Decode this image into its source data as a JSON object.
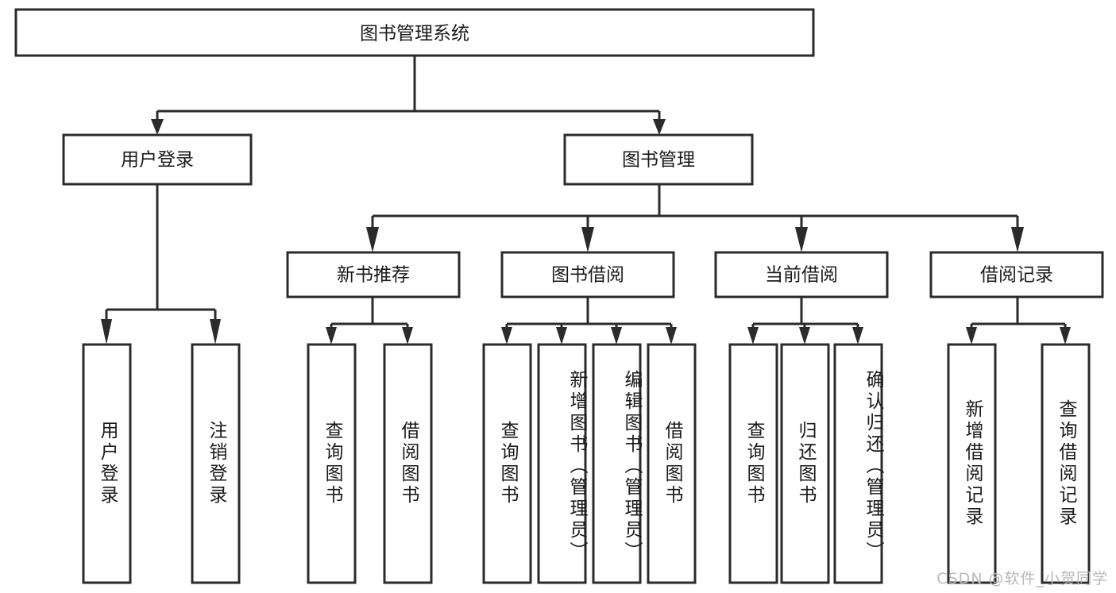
{
  "diagram": {
    "title": "图书管理系统",
    "type": "tree-hierarchy-chart",
    "root": {
      "id": "root",
      "label": "图书管理系统"
    },
    "level2": [
      {
        "id": "user-login",
        "label": "用户登录"
      },
      {
        "id": "book-manage",
        "label": "图书管理"
      }
    ],
    "level3": [
      {
        "id": "new-book-rec",
        "label": "新书推荐",
        "parent": "book-manage"
      },
      {
        "id": "book-borrow",
        "label": "图书借阅",
        "parent": "book-manage"
      },
      {
        "id": "current-borrow",
        "label": "当前借阅",
        "parent": "book-manage"
      },
      {
        "id": "borrow-record",
        "label": "借阅记录",
        "parent": "book-manage"
      }
    ],
    "leaves": [
      {
        "id": "leaf-user-login",
        "label": "用户登录",
        "parent": "user-login"
      },
      {
        "id": "leaf-user-logout",
        "label": "注销登录",
        "parent": "user-login"
      },
      {
        "id": "leaf-query-book-1",
        "label": "查询图书",
        "parent": "new-book-rec"
      },
      {
        "id": "leaf-borrow-book-1",
        "label": "借阅图书",
        "parent": "new-book-rec"
      },
      {
        "id": "leaf-query-book-2",
        "label": "查询图书",
        "parent": "book-borrow"
      },
      {
        "id": "leaf-add-book",
        "label": "新增图书（管理员）",
        "parent": "book-borrow"
      },
      {
        "id": "leaf-edit-book",
        "label": "编辑图书（管理员）",
        "parent": "book-borrow"
      },
      {
        "id": "leaf-borrow-book-2",
        "label": "借阅图书",
        "parent": "book-borrow"
      },
      {
        "id": "leaf-query-book-3",
        "label": "查询图书",
        "parent": "current-borrow"
      },
      {
        "id": "leaf-return-book",
        "label": "归还图书",
        "parent": "current-borrow"
      },
      {
        "id": "leaf-confirm-return",
        "label": "确认归还（管理员）",
        "parent": "current-borrow"
      },
      {
        "id": "leaf-add-record",
        "label": "新增借阅记录",
        "parent": "borrow-record"
      },
      {
        "id": "leaf-query-record",
        "label": "查询借阅记录",
        "parent": "borrow-record"
      }
    ],
    "colors": {
      "box_stroke": "#2b2b2b",
      "box_fill": "#ffffff",
      "text": "#1a1a1a",
      "background": "#ffffff",
      "watermark": "#b8b8b8"
    }
  },
  "watermark": {
    "text": "CSDN @软件_小贺同学"
  }
}
